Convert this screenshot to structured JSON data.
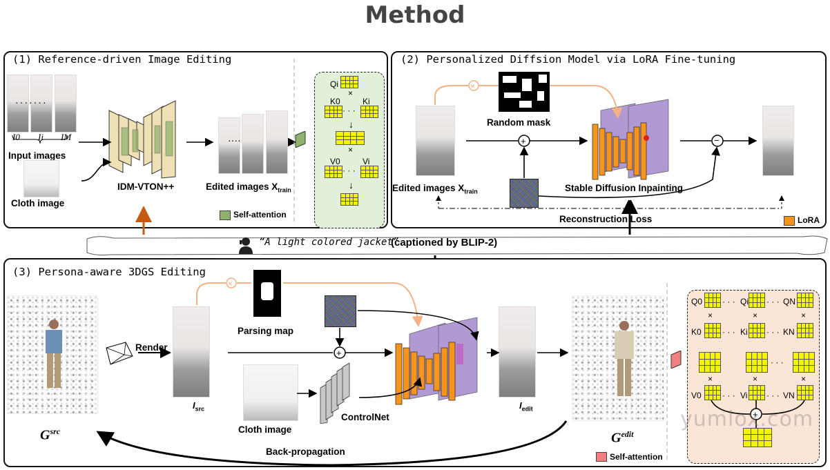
{
  "title": "Method",
  "panel1": {
    "title": "(1) Reference-driven Image Editing",
    "input_images_label": "Input images",
    "index_labels": [
      "I0",
      "Ii",
      "IM"
    ],
    "cloth_image_label": "Cloth image",
    "model_label": "IDM-VTON++",
    "edited_images_label": "Edited images X",
    "edited_images_sub": "train",
    "legend_label": "Self-attention",
    "attention": {
      "q": "Qi",
      "k0": "K0",
      "ki": "Ki",
      "v0": "V0",
      "vi": "Vi",
      "times": "×",
      "dots": "· · ·"
    }
  },
  "panel2": {
    "title": "(2) Personalized Diffsion Model via LoRA Fine-tuning",
    "random_mask_label": "Random mask",
    "edited_images_label": "Edited images X",
    "edited_images_sub": "train",
    "model_label": "Stable Diffusion Inpainting",
    "loss_label": "Reconstruction Loss",
    "legend_label": "LoRA"
  },
  "caption": {
    "quote": "“A light colored jacket”",
    "source": "(captioned by BLIP-2)"
  },
  "panel3": {
    "title": "(3) Persona-aware 3DGS Editing",
    "render_label": "Render",
    "isrc_label": "I",
    "isrc_sub": "src",
    "parsing_map_label": "Parsing map",
    "cloth_image_label": "Cloth image",
    "controlnet_label": "ControlNet",
    "iedit_label": "I",
    "iedit_sub": "edit",
    "gsrc_label": "G",
    "gsrc_sup": "src",
    "gedit_label": "G",
    "gedit_sup": "edit",
    "backprop_label": "Back-propagation",
    "legend_label": "Self-attention",
    "attention": {
      "q0": "Q0",
      "qi": "Qi",
      "qn": "QN",
      "k0": "K0",
      "ki": "Ki",
      "kn": "KN",
      "v0": "V0",
      "vi": "Vi",
      "vn": "VN",
      "times": "×",
      "dots": "· · ·"
    }
  },
  "watermark": "yumlox.com",
  "colors": {
    "panel1_att_bg": "#e2f0d9",
    "panel3_att_bg": "#fbe5d6",
    "unet_orange": "#f7941d",
    "unet_purple": "#a98fd0",
    "vton_tan": "#efe1b4",
    "selfatt_green": "#8fb36f",
    "selfatt_red": "#f08080",
    "grid_yellow": "#f5f500",
    "arrow_orange": "#c55a11",
    "mask_link": "#f4b183"
  }
}
